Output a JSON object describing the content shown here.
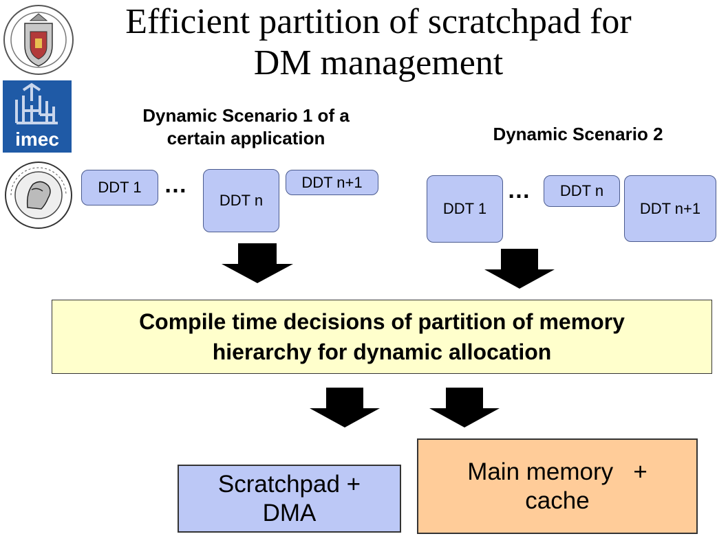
{
  "title": "Efficient partition of scratchpad for DM management",
  "title_line1": "Efficient partition of scratchpad for",
  "title_line2": "DM management",
  "scenario1": {
    "heading_line1": "Dynamic Scenario 1 of a",
    "heading_line2": "certain application",
    "items": [
      "DDT 1",
      "DDT n",
      "DDT n+1"
    ],
    "ellipsis": "…"
  },
  "scenario2": {
    "heading": "Dynamic Scenario 2",
    "items": [
      "DDT 1",
      "DDT n",
      "DDT n+1"
    ],
    "ellipsis": "…"
  },
  "compile_box": {
    "line1": "Compile time decisions of partition of memory",
    "line2": "hierarchy for dynamic allocation"
  },
  "scratchpad_box": {
    "line1": "Scratchpad +",
    "line2": "DMA"
  },
  "main_memory_box": {
    "line1": "Main memory   +",
    "line2": "cache"
  },
  "logos": {
    "ucm_icon": "university-seal-icon",
    "imec_icon": "imec-logo-icon",
    "imec_text": "imec",
    "duth_icon": "university-seal-icon"
  },
  "colors": {
    "ddt_fill": "#bcc8f6",
    "compile_fill": "#ffffcc",
    "scratchpad_fill": "#bcc8f6",
    "main_memory_fill": "#ffcc99",
    "arrow_fill": "#000000",
    "imec_blue": "#1f5aa6"
  }
}
